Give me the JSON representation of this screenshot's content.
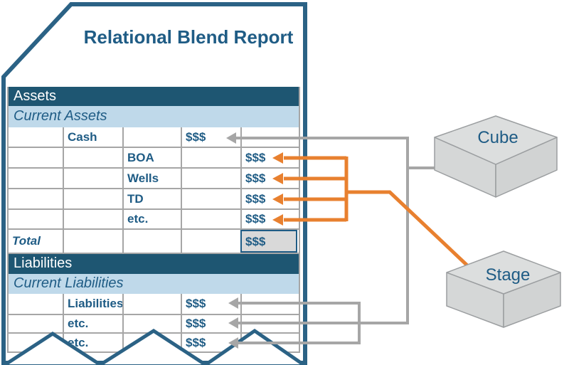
{
  "page": {
    "title": "Relational Blend Report"
  },
  "table": {
    "assets_section": "Assets",
    "current_assets": "Current Assets",
    "asset_rows": [
      {
        "label": "Cash",
        "value": "$$$"
      },
      {
        "label": "BOA",
        "value": "$$$"
      },
      {
        "label": "Wells",
        "value": "$$$"
      },
      {
        "label": "TD",
        "value": "$$$"
      },
      {
        "label": "etc.",
        "value": "$$$"
      }
    ],
    "total_label": "Total",
    "total_value": "$$$",
    "liabilities_section": "Liabilities",
    "current_liabilities": "Current Liabilities",
    "liability_rows": [
      {
        "label": "Liabilities",
        "value": "$$$"
      },
      {
        "label": "etc.",
        "value": "$$$"
      },
      {
        "label": "etc.",
        "value": "$$$"
      }
    ]
  },
  "shapes": {
    "cube_label": "Cube",
    "stage_label": "Stage"
  },
  "colors": {
    "frame_blue": "#2B6285",
    "band_dark": "#1E5672",
    "band_light": "#BFD9EA",
    "text_blue": "#1F5C85",
    "grid_gray": "#A6A6A6",
    "connector_gray": "#A6A6A6",
    "connector_orange": "#E8802F",
    "shape_fill_top": "#DCDEDE",
    "shape_fill_side": "#D5D7D7",
    "total_cell_fill": "#D9D9D9"
  }
}
